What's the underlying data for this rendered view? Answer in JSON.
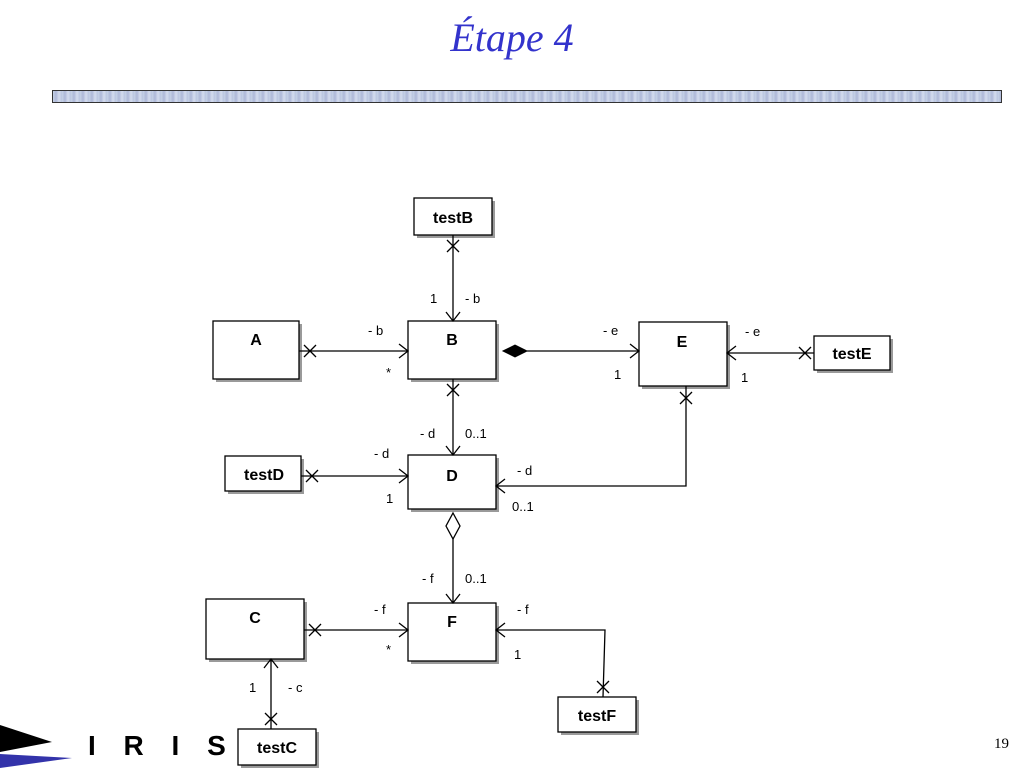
{
  "slide": {
    "title": "Étape 4",
    "page_number": "19",
    "logo_text": "I R I S"
  },
  "diagram": {
    "classes": {
      "testB": "testB",
      "A": "A",
      "B": "B",
      "E": "E",
      "testE": "testE",
      "testD": "testD",
      "D": "D",
      "C": "C",
      "F": "F",
      "testF": "testF",
      "testC": "testC"
    },
    "labels": {
      "testB_B_mult": "1",
      "testB_B_role": "- b",
      "A_B_role": "- b",
      "A_B_mult": "*",
      "B_E_role": "- e",
      "B_E_mult": "1",
      "testE_E_role": "- e",
      "testE_E_mult": "1",
      "B_D_role": "- d",
      "B_D_mult": "0..1",
      "testD_D_role": "- d",
      "testD_D_mult": "1",
      "E_D_role": "- d",
      "E_D_mult": "0..1",
      "D_F_role": "- f",
      "D_F_mult": "0..1",
      "C_F_role": "- f",
      "C_F_mult": "*",
      "testF_F_role": "- f",
      "testF_F_mult": "1",
      "testC_C_mult": "1",
      "testC_C_role": "- c"
    }
  }
}
